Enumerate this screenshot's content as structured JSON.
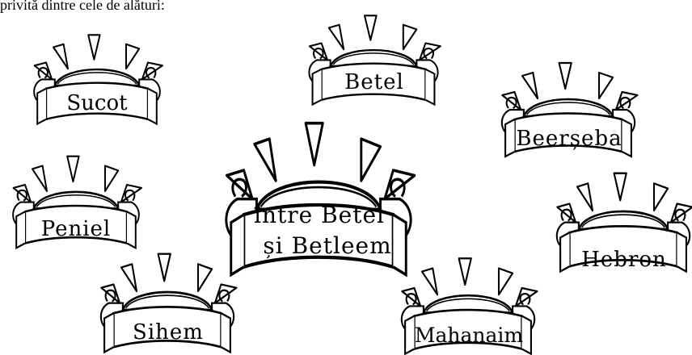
{
  "intro_text": "privită dintre cele de alături:",
  "banners": [
    {
      "id": "sucot",
      "lines": [
        "Sucot"
      ]
    },
    {
      "id": "betel",
      "lines": [
        "Betel"
      ]
    },
    {
      "id": "beerseba",
      "lines": [
        "Beerșeba"
      ]
    },
    {
      "id": "center",
      "lines": [
        "între Betel",
        "și Betleem"
      ]
    },
    {
      "id": "peniel",
      "lines": [
        "Peniel"
      ]
    },
    {
      "id": "hebron",
      "lines": [
        "Hebron"
      ]
    },
    {
      "id": "sihem",
      "lines": [
        "Sihem"
      ]
    },
    {
      "id": "mahanaim",
      "lines": [
        "Mahanaim"
      ]
    }
  ],
  "icon": "scroll-banner-icon"
}
